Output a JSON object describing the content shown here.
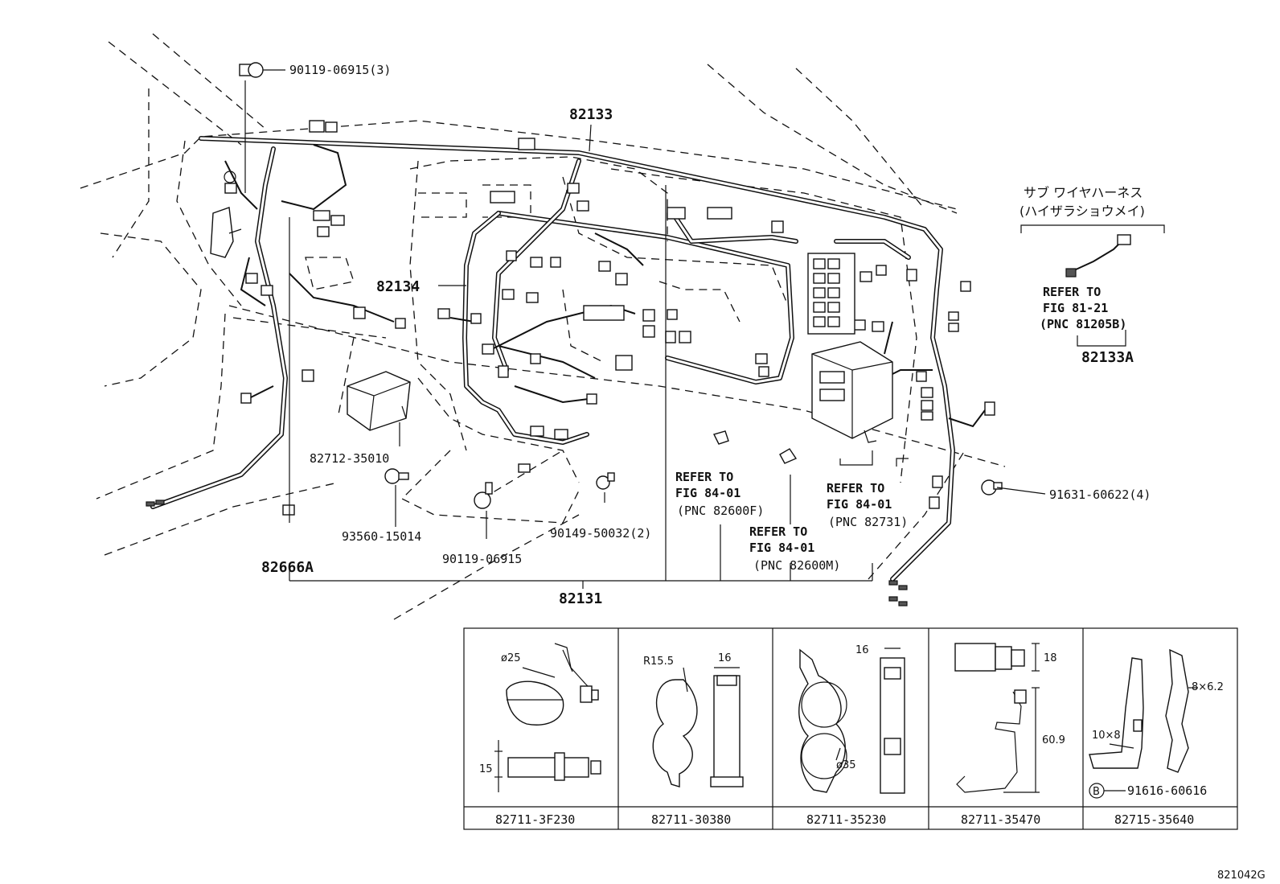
{
  "parts": {
    "bolt_top": "90119-06915(3)",
    "main_harness": "82133",
    "sub_harness_title_line1": "サブ ワイヤハーネス",
    "sub_harness_title_line2": "(ハイザラショウメイ)",
    "refer_81": [
      "REFER TO",
      "FIG 81-21",
      "(PNC 81205B)"
    ],
    "sub_harness_part": "82133A",
    "harness_82134": "82134",
    "cover": "82712-35010",
    "refer_82600F": [
      "REFER TO",
      "FIG 84-01",
      "(PNC 82600F)"
    ],
    "refer_82731": [
      "REFER TO",
      "FIG 84-01",
      "(PNC 82731)"
    ],
    "refer_82600M": [
      "REFER TO",
      "FIG 84-01",
      "(PNC 82600M)"
    ],
    "bolt_right": "91631-60622(4)",
    "screw_93560": "93560-15014",
    "bolt_90149": "90149-50032(2)",
    "bolt_90119": "90119-06915",
    "clip_82666A": "82666A",
    "harness_82131": "82131"
  },
  "detail_table": {
    "cells": [
      {
        "part": "82711-3F230",
        "dims": [
          "ø25",
          "15"
        ]
      },
      {
        "part": "82711-30380",
        "dims": [
          "R15.5",
          "16"
        ]
      },
      {
        "part": "82711-35230",
        "dims": [
          "16",
          "ø35"
        ]
      },
      {
        "part": "82711-35470",
        "dims": [
          "18",
          "60.9"
        ]
      },
      {
        "part": "82715-35640",
        "dims": [
          "8×6.2",
          "10×8"
        ],
        "bolt_marker": "B",
        "bolt_part": "91616-60616"
      }
    ]
  },
  "figure_id": "821042G"
}
